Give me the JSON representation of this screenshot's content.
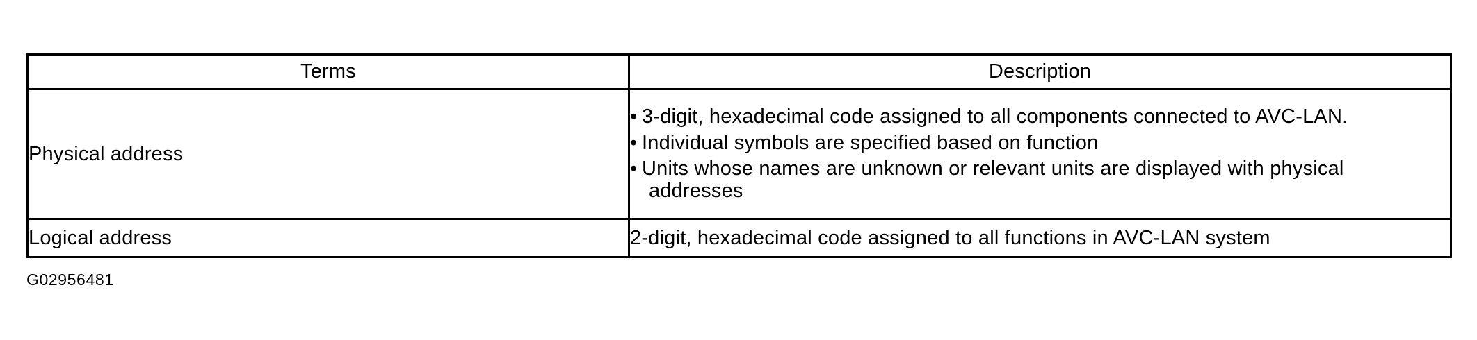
{
  "table": {
    "headers": [
      "Terms",
      "Description"
    ],
    "rows": [
      {
        "term": "Physical address",
        "description_type": "bullets",
        "bullets": [
          {
            "marker": "•",
            "line1": "3-digit, hexadecimal code assigned to all components connected to AVC-LAN.",
            "line2": ""
          },
          {
            "marker": "•",
            "line1": "Individual symbols are specified based on function",
            "line2": ""
          },
          {
            "marker": "•",
            "line1": "Units whose names are unknown or relevant units are displayed with physical",
            "line2": "addresses"
          }
        ]
      },
      {
        "term": "Logical address",
        "description_type": "text",
        "description": "2-digit, hexadecimal code assigned to all functions in AVC-LAN  system"
      }
    ]
  },
  "figure_code": "G02956481",
  "colors": {
    "border": "#000000",
    "text": "#000000",
    "background": "#ffffff"
  }
}
